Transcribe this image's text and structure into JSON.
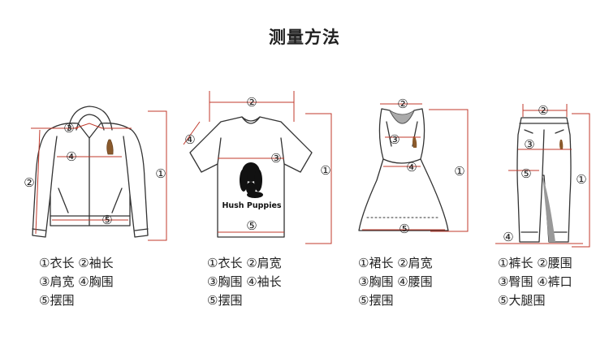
{
  "title": "测量方法",
  "markers": [
    "①",
    "②",
    "③",
    "④",
    "⑤"
  ],
  "brand": "Hush Puppies",
  "colors": {
    "measure_line": "#c0392b",
    "garment_stroke": "#333333",
    "grey_fill": "#aaaaaa"
  },
  "garments": [
    {
      "name": "jacket",
      "legend": [
        "①衣长 ②袖长",
        "③肩宽 ④胸围",
        "⑤摆围"
      ]
    },
    {
      "name": "tshirt",
      "legend": [
        "①衣长 ②肩宽",
        "③胸围 ④袖长",
        "⑤摆围"
      ]
    },
    {
      "name": "dress",
      "legend": [
        "①裙长 ②肩宽",
        "③胸围 ④腰围",
        "⑤摆围"
      ]
    },
    {
      "name": "pants",
      "legend": [
        "①裤长 ②腰围",
        "③臀围 ④裤口",
        "⑤大腿围"
      ]
    }
  ]
}
